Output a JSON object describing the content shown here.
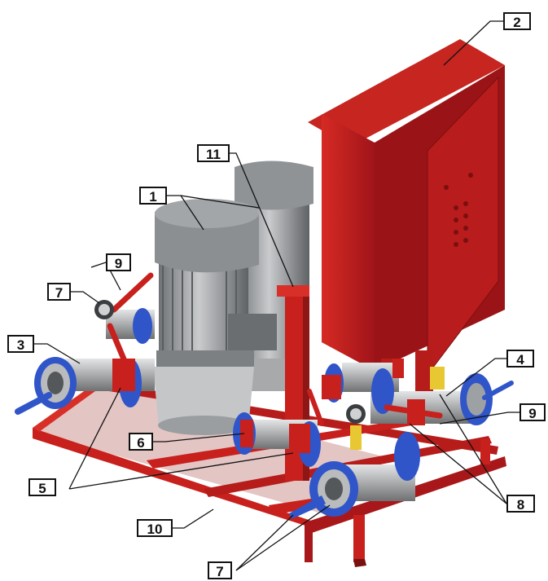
{
  "callouts": [
    {
      "id": "c1",
      "label": "1"
    },
    {
      "id": "c2",
      "label": "2"
    },
    {
      "id": "c3",
      "label": "3"
    },
    {
      "id": "c4",
      "label": "4"
    },
    {
      "id": "c5",
      "label": "5"
    },
    {
      "id": "c6",
      "label": "6"
    },
    {
      "id": "c7a",
      "label": "7"
    },
    {
      "id": "c7b",
      "label": "7"
    },
    {
      "id": "c8",
      "label": "8"
    },
    {
      "id": "c9a",
      "label": "9"
    },
    {
      "id": "c9b",
      "label": "9"
    },
    {
      "id": "c10",
      "label": "10"
    },
    {
      "id": "c11",
      "label": "11"
    }
  ],
  "colors": {
    "frame_red": "#c8201c",
    "cabinet_red": "#b3181a",
    "motor_gray": "#8a8d90",
    "pipe_gray": "#b9bbbd",
    "flange_blue": "#2f55c8",
    "gauge_yellow": "#e8c832"
  }
}
